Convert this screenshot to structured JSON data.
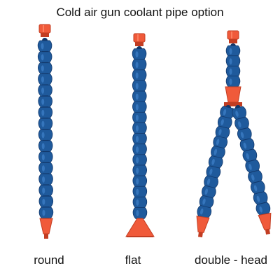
{
  "title": "Cold air gun coolant pipe option",
  "options": [
    {
      "label": "round"
    },
    {
      "label": "flat"
    },
    {
      "label": "double - head"
    }
  ],
  "colors": {
    "pipe": "#1f5a9c",
    "pipe_dark": "#12386b",
    "pipe_light": "#3d7fc7",
    "fitting": "#f05a3a",
    "fitting_dark": "#c23d22"
  }
}
